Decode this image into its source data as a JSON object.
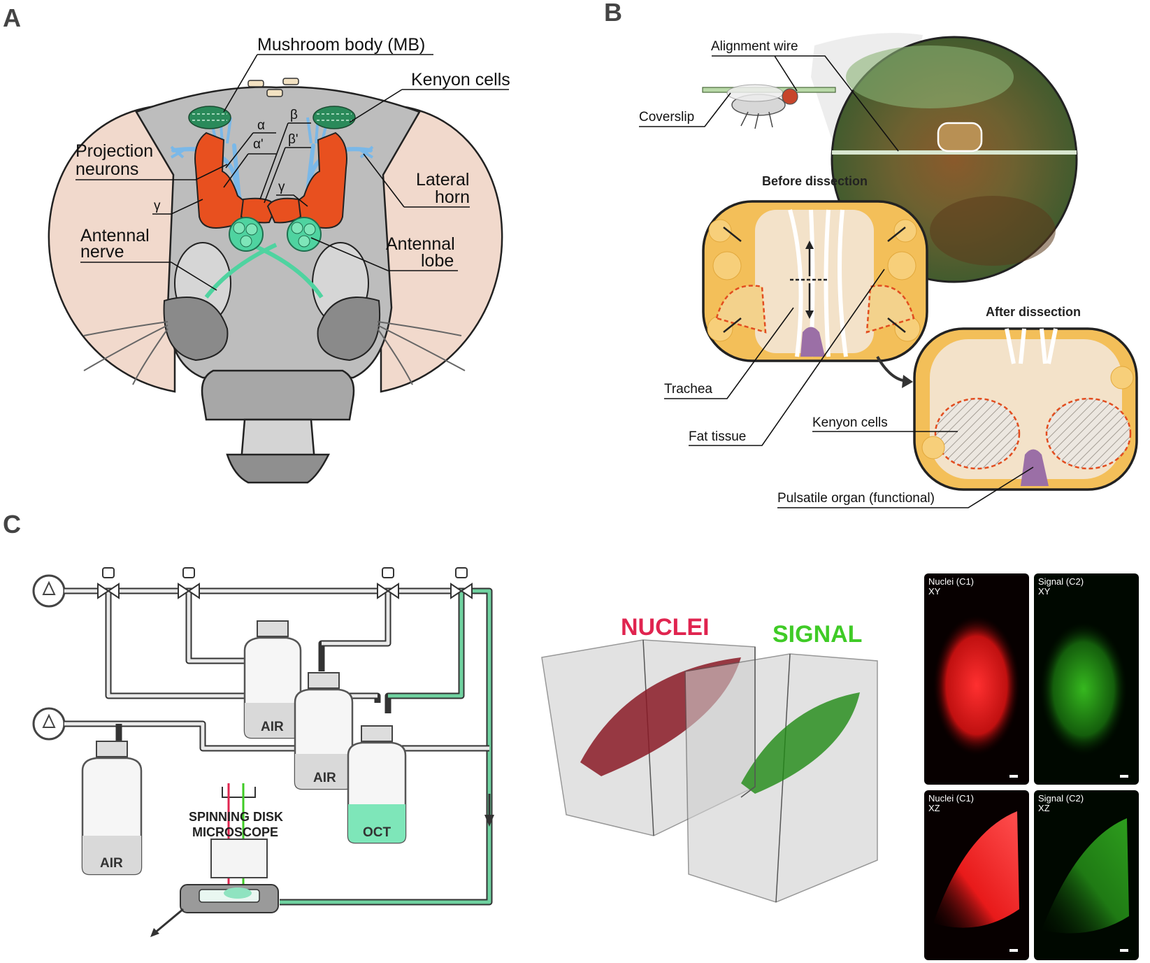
{
  "panels": {
    "a": "A",
    "b": "B",
    "c": "C"
  },
  "panel_a": {
    "mushroom_body": "Mushroom body (MB)",
    "kenyon_cells": "Kenyon cells",
    "projection_neurons_1": "Projection",
    "projection_neurons_2": "neurons",
    "lateral_horn_1": "Lateral",
    "lateral_horn_2": "horn",
    "antennal_nerve_1": "Antennal",
    "antennal_nerve_2": "nerve",
    "antennal_lobe_1": "Antennal",
    "antennal_lobe_2": "lobe",
    "alpha": "α",
    "alpha_prime": "α'",
    "beta": "β",
    "beta_prime": "β'",
    "gamma_left": "γ",
    "gamma_right": "γ"
  },
  "panel_b": {
    "alignment_wire": "Alignment wire",
    "coverslip": "Coverslip",
    "before_dissection": "Before dissection",
    "after_dissection": "After dissection",
    "trachea": "Trachea",
    "fat_tissue": "Fat tissue",
    "kenyon_cells": "Kenyon cells",
    "pulsatile_organ": "Pulsatile organ (functional)"
  },
  "panel_c": {
    "bottle_air_1": "AIR",
    "bottle_air_2": "AIR",
    "bottle_air_3": "AIR",
    "bottle_oct": "OCT",
    "microscope_1": "SPINNING DISK",
    "microscope_2": "MICROSCOPE",
    "nuclei": "NUCLEI",
    "signal": "SIGNAL",
    "img_tl_1": "Nuclei (C1)",
    "img_tl_2": "XY",
    "img_tr_1": "Signal (C2)",
    "img_tr_2": "XY",
    "img_bl_1": "Nuclei (C1)",
    "img_bl_2": "XZ",
    "img_br_1": "Signal (C2)",
    "img_br_2": "XZ"
  },
  "colors": {
    "mb_orange": "#e8501f",
    "pn_blue": "#7ab8e8",
    "lobe_green": "#4fd3a0",
    "eye_pink": "#f1d9cc",
    "head_gray": "#bdbdbd",
    "fat_yellow": "#f3bf59",
    "pulsatile_purple": "#9b6fa6",
    "nuclei_red": "#e0244f",
    "signal_green": "#3fcb26"
  }
}
